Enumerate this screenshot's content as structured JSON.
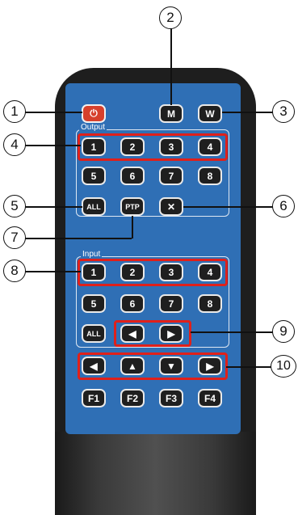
{
  "remote": {
    "power": {
      "icon": "power-icon",
      "glyph": "⏻"
    },
    "m_label": "M",
    "w_label": "W",
    "output": {
      "label": "Output",
      "buttons": [
        "1",
        "2",
        "3",
        "4",
        "5",
        "6",
        "7",
        "8"
      ],
      "all_label": "ALL",
      "ptp_label": "PTP",
      "clear_glyph": "✕"
    },
    "input": {
      "label": "Input",
      "buttons": [
        "1",
        "2",
        "3",
        "4",
        "5",
        "6",
        "7",
        "8"
      ],
      "all_label": "ALL",
      "prev_glyph": "◀",
      "next_glyph": "▶"
    },
    "nav": {
      "left": "◀",
      "up": "▲",
      "down": "▼",
      "right": "▶"
    },
    "function_keys": [
      "F1",
      "F2",
      "F3",
      "F4"
    ]
  },
  "callouts": [
    "1",
    "2",
    "3",
    "4",
    "5",
    "6",
    "7",
    "8",
    "9",
    "10"
  ],
  "colors": {
    "face": "#2f6fb5",
    "power": "#d6402c",
    "highlight": "#e0201a"
  }
}
